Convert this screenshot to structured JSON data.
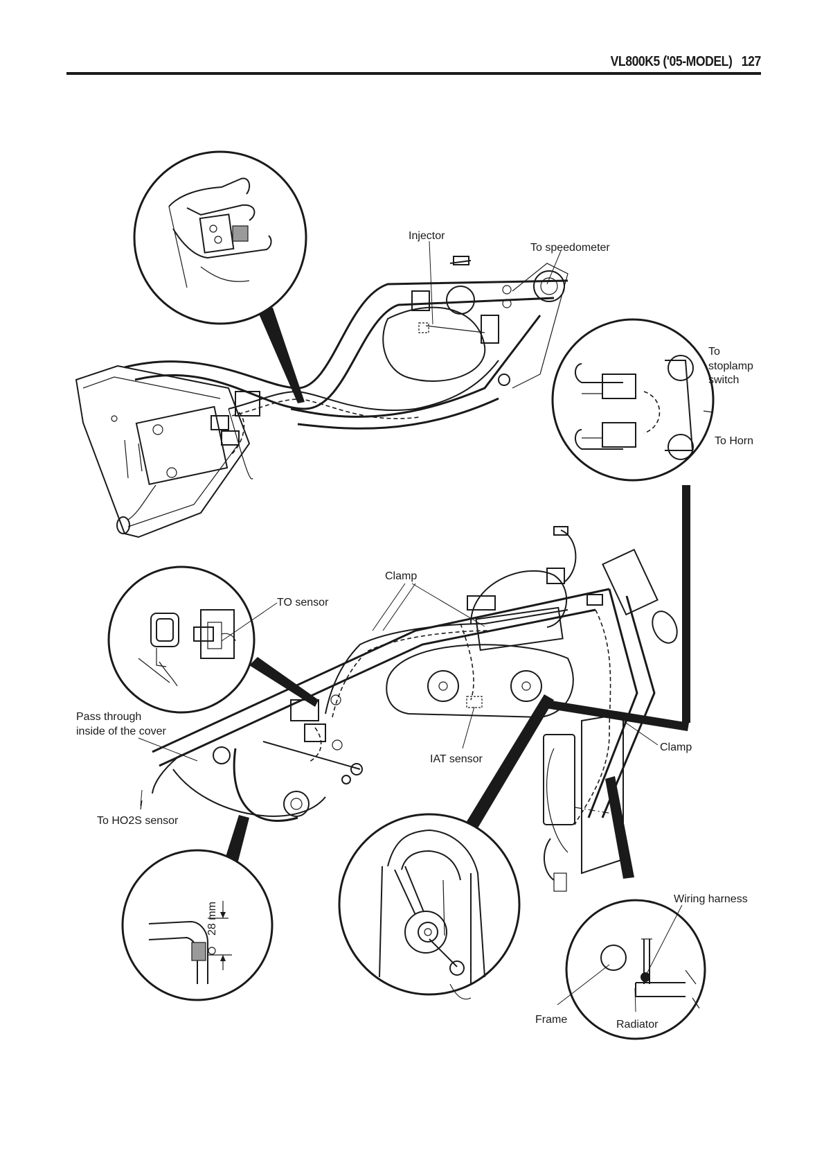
{
  "header": {
    "title": "VL800K5 ('05-MODEL)",
    "page_number": "127"
  },
  "labels": {
    "injector": "Injector",
    "to_speedometer": "To speedometer",
    "to_stoplamp_1": "To",
    "to_stoplamp_2": "stoplamp",
    "to_stoplamp_3": "switch",
    "to_horn": "To Horn",
    "clamp_top": "Clamp",
    "to_sensor": "TO sensor",
    "pass_through_1": "Pass through",
    "pass_through_2": "inside of the cover",
    "iat_sensor": "IAT sensor",
    "clamp_right": "Clamp",
    "to_ho2s": "To HO2S sensor",
    "wiring_harness": "Wiring harness",
    "dimension": "28 mm",
    "frame": "Frame",
    "radiator": "Radiator"
  }
}
